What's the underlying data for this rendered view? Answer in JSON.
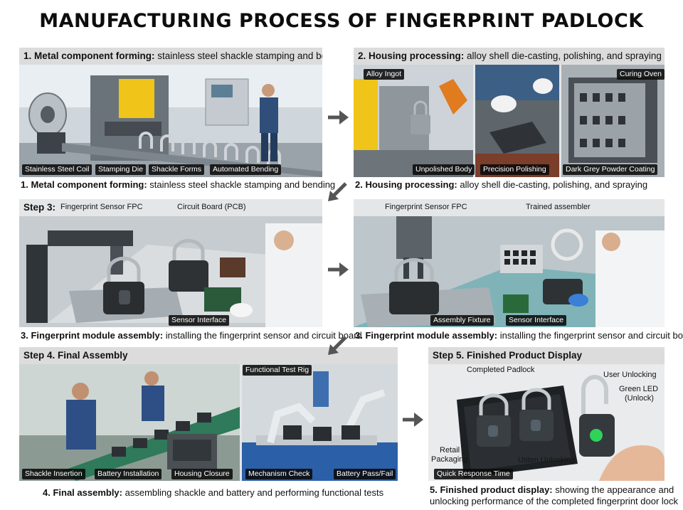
{
  "title": "MANUFACTURING PROCESS OF FINGERPRINT PADLOCK",
  "steps": [
    {
      "header_bold": "1. Metal component forming:",
      "header_rest": " stainless steel shackle stamping and bending",
      "labels": [
        "Stainless Steel Coil",
        "Stamping Die",
        "Shackle Forms",
        "Automated Bending"
      ],
      "caption_bold": "1. Metal component forming:",
      "caption_rest": " stainless steel shackle stamping and bending"
    },
    {
      "header_bold": "2. Housing processing:",
      "header_rest": " alloy shell die-casting, polishing, and spraying",
      "labels": [
        "Alloy Ingot",
        "Curing Oven",
        "Unpolished Body",
        "Precision Polishing",
        "Dark Grey Powder Coating"
      ],
      "caption_bold": "2. Housing processing:",
      "caption_rest": " alloy shell die-casting, polishing, and spraying"
    },
    {
      "header_bold": "Step 3:",
      "labels_plain": [
        "Fingerprint Sensor FPC",
        "Circuit Board (PCB)"
      ],
      "labels": [
        "Sensor Interface"
      ],
      "caption_bold": "3. Fingerprint module assembly:",
      "caption_rest": " installing the fingerprint sensor and circuit board"
    },
    {
      "labels_plain": [
        "Fingerprint Sensor FPC",
        "Trained assembler"
      ],
      "labels": [
        "Assembly Fixture",
        "Sensor Interface"
      ],
      "caption_bold": "3. Fingerprint module assembly:",
      "caption_rest": " installing the fingerprint sensor and circuit board"
    },
    {
      "header_bold": "Step 4. Final Assembly",
      "labels": [
        "Functional Test Rig",
        "Shackle Insertion",
        "Battery Installation",
        "Housing Closure",
        "Mechanism Check",
        "Battery Pass/Fail"
      ],
      "caption_bold": "4. Final assembly:",
      "caption_rest": " assembling shackle and battery and performing functional tests"
    },
    {
      "header_bold": "Step 5. Finished Product Display",
      "labels_plain": [
        "Completed Padlock",
        "User Unlocking",
        "Green LED",
        "(Unlock)",
        "Retail",
        "Packaging",
        "Usten Unlocking"
      ],
      "labels": [
        "Quick Response Time"
      ],
      "caption_bold": "5. Finished product display:",
      "caption_rest": " showing the appearance and",
      "caption_line2": "unlocking performance of the completed fingerprint door lock"
    }
  ],
  "colors": {
    "arrow": "#555555",
    "label_bg": "#111111",
    "header_bg": "#dcdcdc"
  }
}
